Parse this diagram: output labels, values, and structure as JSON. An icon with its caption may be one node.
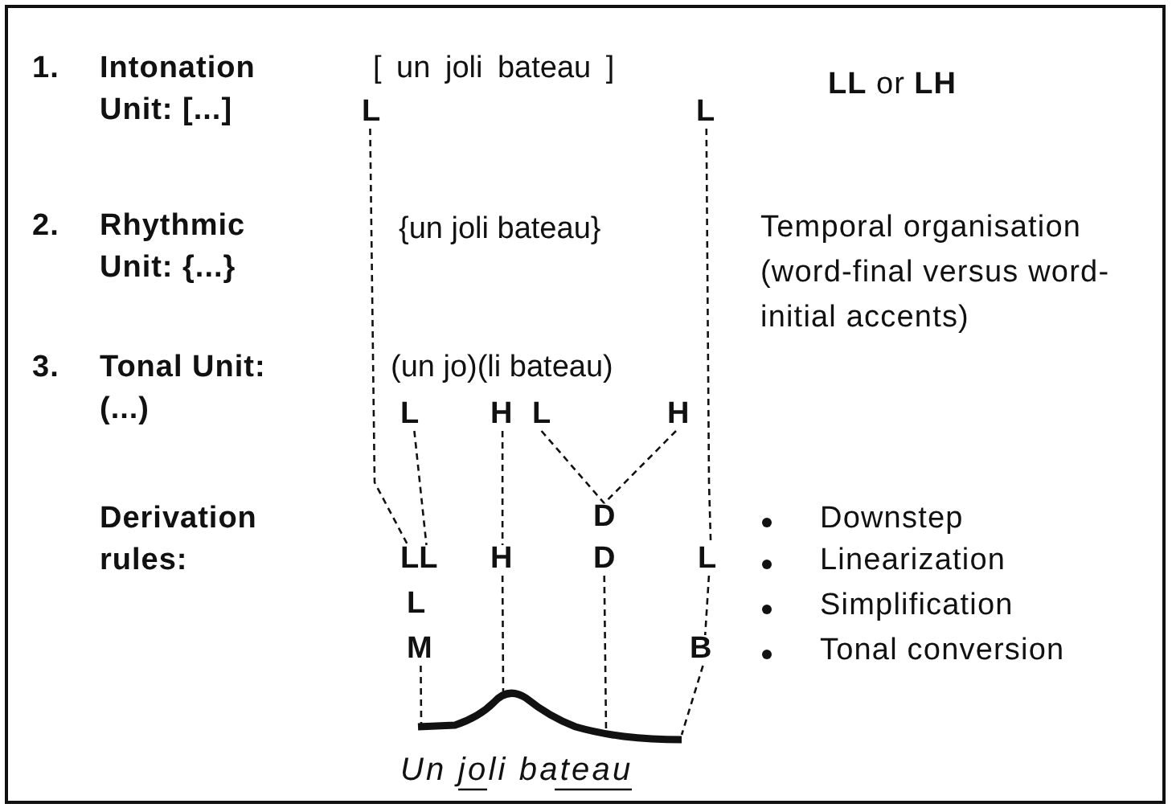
{
  "diagram": {
    "nodes": [
      {
        "text": [
          "L"
        ]
      },
      {
        "text": [
          "L"
        ]
      },
      {
        "text": [
          "L"
        ]
      },
      {
        "text": [
          "H"
        ]
      },
      {
        "text": [
          "L"
        ]
      },
      {
        "text": [
          "H"
        ]
      },
      {
        "text": [
          "D"
        ]
      },
      {
        "text": [
          "LL"
        ]
      },
      {
        "text": [
          "H"
        ]
      },
      {
        "text": [
          "D"
        ]
      },
      {
        "text": [
          "L"
        ]
      },
      {
        "text": [
          "L"
        ]
      },
      {
        "text": [
          "M"
        ]
      },
      {
        "text": [
          "B"
        ]
      },
      {
        "text": [],
        "shape": "curve"
      }
    ],
    "edges": [
      {
        "from": 0,
        "to": 7,
        "arrow": "none",
        "style": "dashed"
      },
      {
        "from": 1,
        "to": 10,
        "arrow": "none",
        "style": "dashed"
      },
      {
        "from": 2,
        "to": 7,
        "arrow": "none",
        "style": "dashed"
      },
      {
        "from": 3,
        "to": 8,
        "arrow": "none",
        "style": "dashed"
      },
      {
        "from": 4,
        "to": 6,
        "arrow": "none",
        "style": "dashed"
      },
      {
        "from": 5,
        "to": 6,
        "arrow": "none",
        "style": "dashed"
      },
      {
        "from": 10,
        "to": 13,
        "arrow": "none",
        "style": "dashed"
      },
      {
        "from": 12,
        "to": 14,
        "arrow": "none",
        "style": "dashed"
      },
      {
        "from": 8,
        "to": 14,
        "arrow": "none",
        "style": "dashed"
      },
      {
        "from": 9,
        "to": 14,
        "arrow": "none",
        "style": "dashed"
      },
      {
        "from": 13,
        "to": 14,
        "arrow": "none",
        "style": "dashed"
      }
    ],
    "labels": [
      "1.",
      "Intonation Unit: [...]",
      "[ un joli bateau ]",
      "**LL** or **LH**",
      "2.",
      "Rhythmic Unit: {...}",
      "{un joli bateau}",
      "Temporal organisation (word-final versus word-initial accents)",
      "3.",
      "Tonal Unit: (...)",
      "(un jo)(li bateau)",
      "Derivation rules:",
      "Downstep",
      "Linearization",
      "Simplification",
      "Tonal conversion",
      "Un joli bateau"
    ]
  }
}
